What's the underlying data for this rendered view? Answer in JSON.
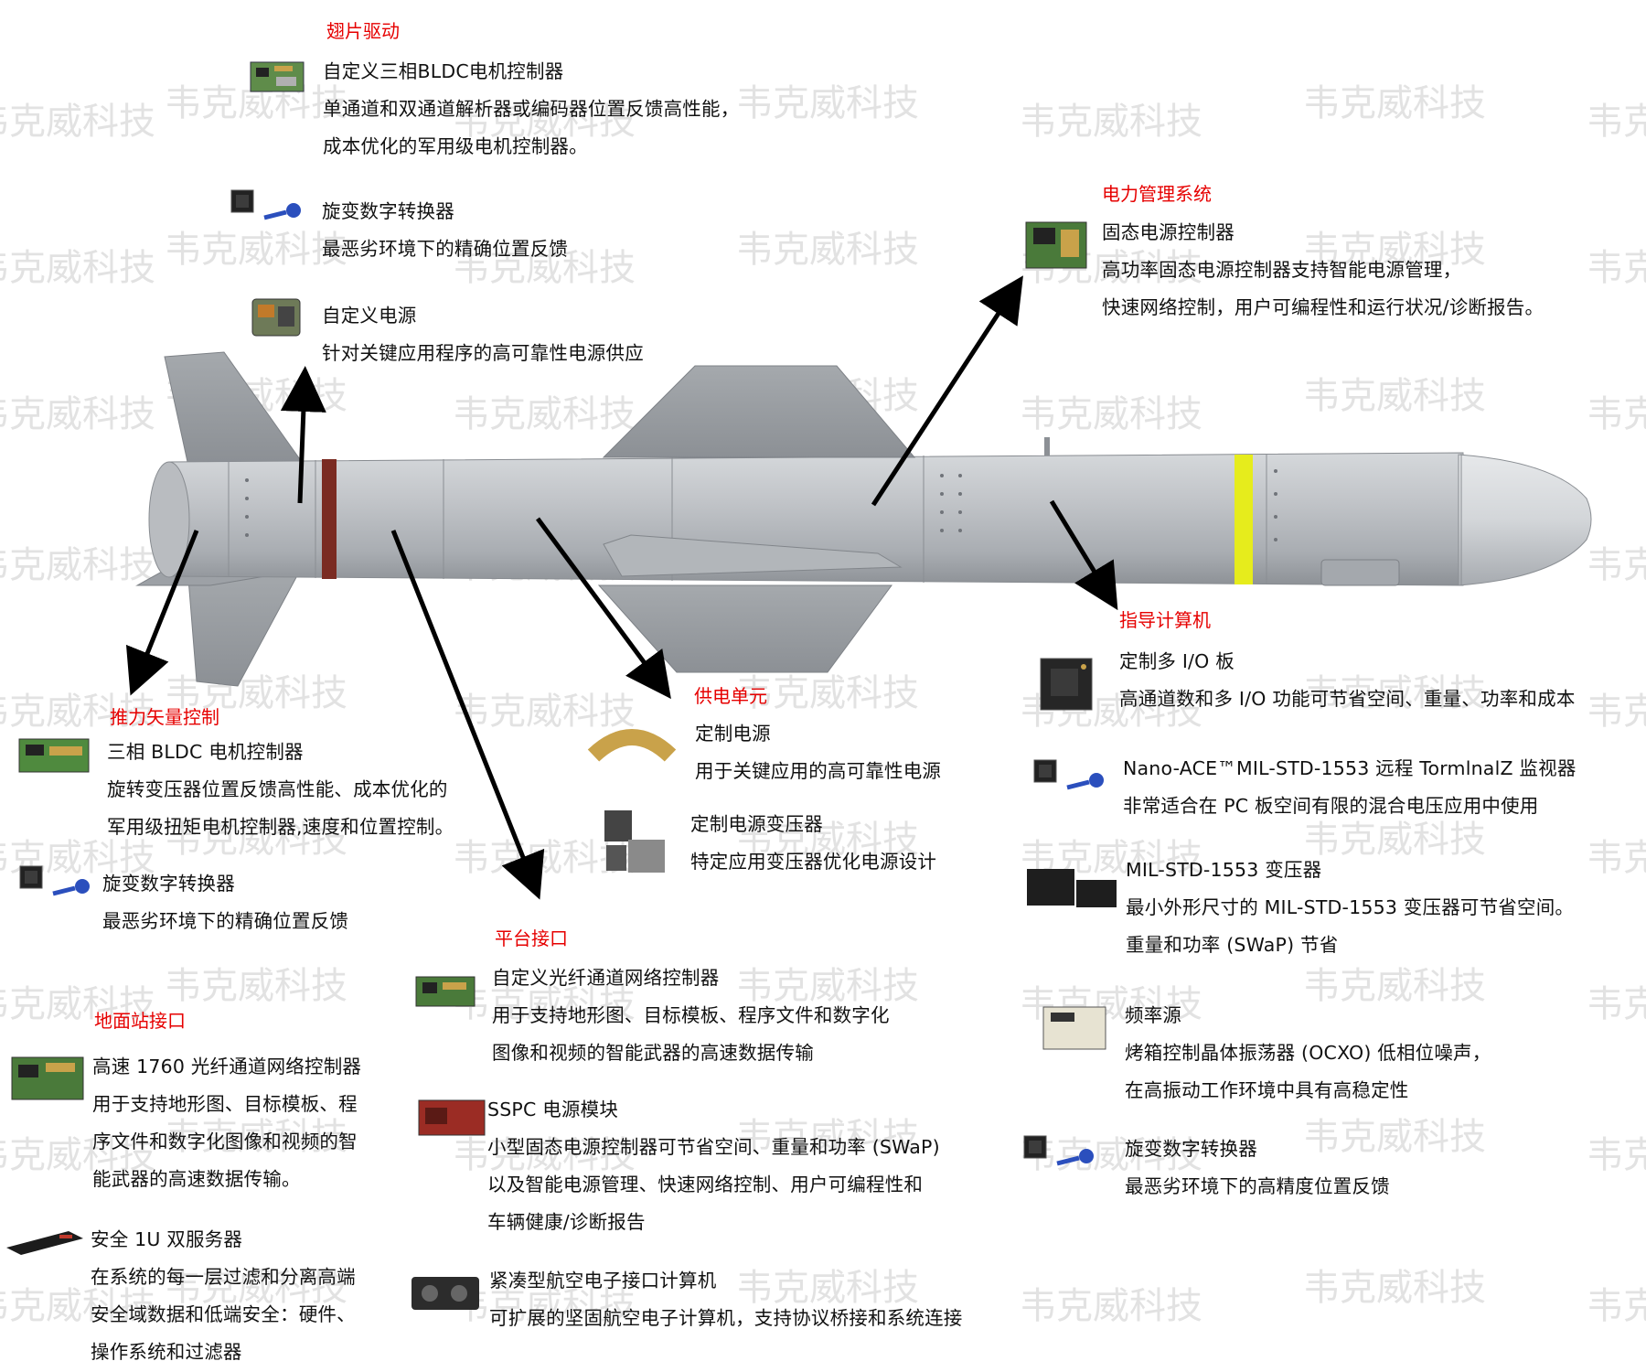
{
  "watermark": "韦克威科技",
  "colors": {
    "heading": "#e60000",
    "text": "#111111",
    "arrow": "#000000",
    "body_gray": "#b4b8bc",
    "yellow_band": "#e6ec1c",
    "red_band": "#7a2b22"
  },
  "sections": {
    "fin_drive": {
      "title": "翅片驱动",
      "items": [
        {
          "icon": "bldc-controller-board-icon",
          "lines": [
            "自定义三相BLDC电机控制器",
            "单通道和双通道解析器或编码器位置反馈高性能，",
            "成本优化的军用级电机控制器。"
          ]
        },
        {
          "icon": "resolver-converter-icon",
          "lines": [
            "旋变数字转换器",
            "最恶劣环境下的精确位置反馈"
          ]
        },
        {
          "icon": "power-supply-module-icon",
          "lines": [
            "自定义电源",
            "针对关键应用程序的高可靠性电源供应"
          ]
        }
      ]
    },
    "power_management": {
      "title": "电力管理系统",
      "items": [
        {
          "icon": "sspc-board-icon",
          "lines": [
            "固态电源控制器",
            "高功率固态电源控制器支持智能电源管理，",
            "快速网络控制，用户可编程性和运行状况/诊断报告。"
          ]
        }
      ]
    },
    "guidance_computer": {
      "title": "指导计算机",
      "items": [
        {
          "icon": "io-board-icon",
          "lines": [
            "定制多 I/O 板",
            "高通道数和多 I/O 功能可节省空间、重量、功率和成本"
          ]
        },
        {
          "icon": "resolver-converter-icon",
          "lines": [
            "Nano-ACE™MIL-STD-1553 远程 TormlnalZ 监视器",
            "非常适合在 PC 板空间有限的混合电压应用中使用"
          ]
        },
        {
          "icon": "transformer-chips-icon",
          "lines": [
            "MIL-STD-1553 变压器",
            "最小外形尺寸的 MIL-STD-1553 变压器可节省空间。",
            "重量和功率 (SWaP) 节省"
          ]
        },
        {
          "icon": "ocxo-oscillator-icon",
          "lines": [
            "频率源",
            "烤箱控制晶体振荡器 (OCXO) 低相位噪声，",
            "在高振动工作环境中具有高稳定性"
          ]
        },
        {
          "icon": "resolver-converter-icon",
          "lines": [
            "旋变数字转换器",
            "最恶劣环境下的高精度位置反馈"
          ]
        }
      ]
    },
    "power_supply_unit": {
      "title": "供电单元",
      "items": [
        {
          "icon": "flex-power-supply-icon",
          "lines": [
            "定制电源",
            "用于关键应用的高可靠性电源"
          ]
        },
        {
          "icon": "power-transformer-icon",
          "lines": [
            "定制电源变压器",
            "特定应用变压器优化电源设计"
          ]
        }
      ]
    },
    "thrust_vector": {
      "title": "推力矢量控制",
      "items": [
        {
          "icon": "motor-controller-board-icon",
          "lines": [
            "三相 BLDC 电机控制器",
            "旋转变压器位置反馈高性能、成本优化的",
            "军用级扭矩电机控制器,速度和位置控制。"
          ]
        },
        {
          "icon": "resolver-converter-icon",
          "lines": [
            "旋变数字转换器",
            "最恶劣环境下的精确位置反馈"
          ]
        }
      ]
    },
    "platform_interface": {
      "title": "平台接口",
      "items": [
        {
          "icon": "fiber-channel-card-icon",
          "lines": [
            "自定义光纤通道网络控制器",
            "用于支持地形图、目标模板、程序文件和数字化",
            "图像和视频的智能武器的高速数据传输"
          ]
        },
        {
          "icon": "sspc-module-icon",
          "lines": [
            "SSPC 电源模块",
            "小型固态电源控制器可节省空间、重量和功率 (SWaP)",
            "以及智能电源管理、快速网络控制、用户可编程性和",
            "车辆健康/诊断报告"
          ]
        },
        {
          "icon": "avionics-computer-icon",
          "lines": [
            "紧凑型航空电子接口计算机",
            "可扩展的坚固航空电子计算机，支持协议桥接和系统连接"
          ]
        }
      ]
    },
    "ground_station": {
      "title": "地面站接口",
      "items": [
        {
          "icon": "fiber-network-card-icon",
          "lines": [
            "高速 1760 光纤通道网络控制器",
            "用于支持地形图、目标模板、程",
            "序文件和数字化图像和视频的智",
            "能武器的高速数据传输。"
          ]
        },
        {
          "icon": "rack-server-icon",
          "lines": [
            "安全 1U 双服务器",
            "在系统的每一层过滤和分离高端",
            "安全域数据和低端安全：硬件、",
            "操作系统和过滤器"
          ]
        }
      ]
    }
  }
}
